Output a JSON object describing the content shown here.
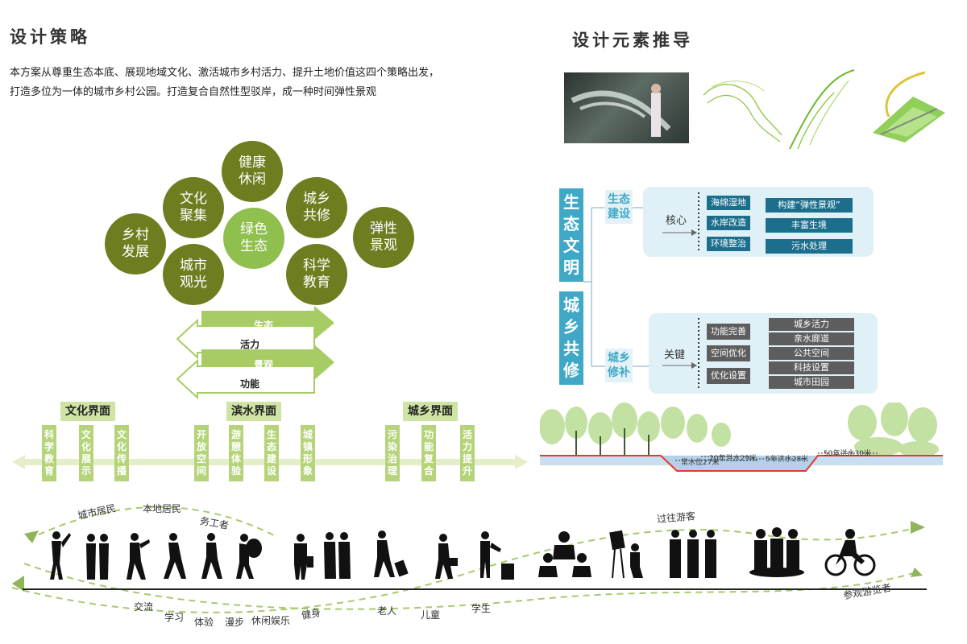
{
  "left": {
    "title": "设计策略",
    "intro_line1": "本方案从尊重生态本底、展现地域文化、激活城市乡村活力、提升土地价值这四个策略出发，",
    "intro_line2": "打造多位为一体的城市乡村公园。打造复合自然性型驳岸，成一种时间弹性景观",
    "circles": {
      "c1": "健康休闲",
      "c2": "文化聚集",
      "c3": "城乡共修",
      "c4": "乡村发展",
      "c5": "绿色生态",
      "c6": "弹性景观",
      "c7": "城市观光",
      "c8": "科学教育"
    },
    "arrows": {
      "a1": "生态",
      "a2": "活力",
      "a3": "景观",
      "a4": "功能"
    },
    "interfaces": {
      "i1": "文化界面",
      "i2": "滨水界面",
      "i3": "城乡界面"
    },
    "vtags": [
      "科学教育",
      "文化展示",
      "文化传播",
      "开放空间",
      "游憩体验",
      "生态建设",
      "城镇形象",
      "污染治理",
      "功能复合",
      "活力提升"
    ]
  },
  "right": {
    "title": "设计元素推导",
    "big1": "生态文明",
    "big2": "城乡共修",
    "sub1": "生态建设",
    "sub2": "城乡修补",
    "core": "核心",
    "key": "关键",
    "core_left": [
      "海绵湿地",
      "水岸改造",
      "环境整治"
    ],
    "core_right": [
      "构建“弹性景观”",
      "丰富生境",
      "污水处理"
    ],
    "key_left": [
      "功能完善",
      "空间优化",
      "优化设置"
    ],
    "key_right": [
      "城乡活力",
      "亲水廊道",
      "公共空间",
      "科技设置",
      "城市田园"
    ]
  },
  "section": {
    "w1": "常水位27米",
    "w2": "20年洪水29米",
    "w3": "5年洪水28米",
    "w4": "50年洪水30米"
  },
  "people": {
    "top": [
      "城市居民",
      "本地居民",
      "务工者",
      "过往游客"
    ],
    "bottom": [
      "交流",
      "学习",
      "体验",
      "漫步",
      "休闲娱乐",
      "健身",
      "老人",
      "儿童",
      "学生",
      "参观游览者"
    ]
  },
  "colors": {
    "olive": "#6e7d1f",
    "light_green": "#8fbf4d",
    "arrow_green": "#a6cc63",
    "teal": "#3fa8c7",
    "dark_teal": "#1b6f8c",
    "gray_tag": "#5d5d5d"
  }
}
